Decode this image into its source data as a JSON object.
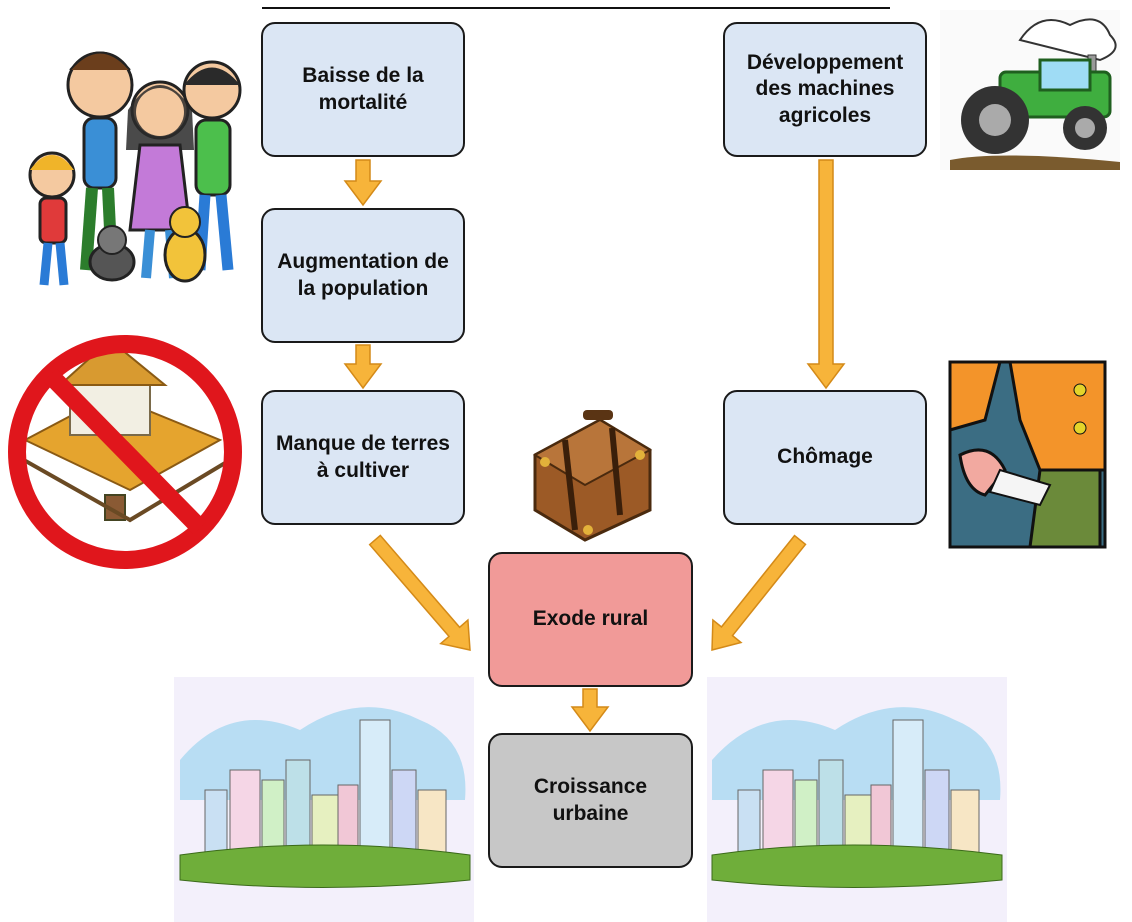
{
  "colors": {
    "box_fill": "#dbe6f4",
    "exode_fill": "#f19a98",
    "croissance_fill": "#c7c7c7",
    "arrow": "#f7b43a",
    "arrow_edge": "#d48a18"
  },
  "nodes": {
    "baisse": "Baisse de la mortalité",
    "augmentation": "Augmentation de la population",
    "manque": "Manque de terres à cultiver",
    "developpement": "Développement des machines agricoles",
    "chomage": "Chômage",
    "exode": "Exode rural",
    "croissance": "Croissance urbaine"
  },
  "edges": [
    {
      "from": "baisse",
      "to": "augmentation"
    },
    {
      "from": "augmentation",
      "to": "manque"
    },
    {
      "from": "manque",
      "to": "exode"
    },
    {
      "from": "developpement",
      "to": "chomage"
    },
    {
      "from": "chomage",
      "to": "exode"
    },
    {
      "from": "exode",
      "to": "croissance"
    }
  ],
  "illustrations": [
    "family-illustration",
    "tractor-illustration",
    "no-house-illustration",
    "suitcase-illustration",
    "unemployment-illustration",
    "city-skyline-left",
    "city-skyline-right"
  ]
}
